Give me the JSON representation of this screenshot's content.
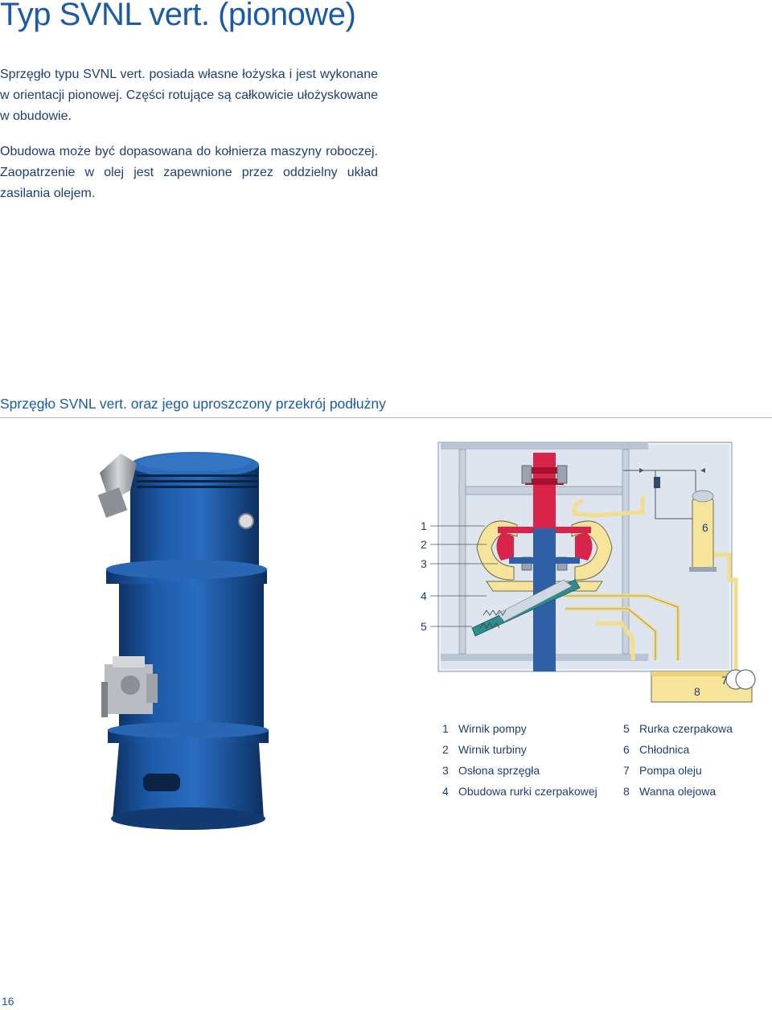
{
  "page": {
    "title": "Typ SVNL vert. (pionowe)",
    "paragraphs": [
      "Sprzęgło typu SVNL vert. posiada własne łożyska i jest wyko­nane w orientacji pionowej. Części rotujące są całkowicie ułożyskowane w obudowie.",
      "Obudowa może być dopasowana do kołnierza maszyny robo­czej. Zaopatrzenie w olej jest zapewnione przez oddzielny układ zasilania olejem."
    ],
    "section_heading": "Sprzęgło SVNL vert. oraz jego uproszczony przekrój podłużny",
    "page_number": "16"
  },
  "diagram": {
    "callouts": [
      "1",
      "2",
      "3",
      "4",
      "5",
      "6",
      "7",
      "8"
    ]
  },
  "legend": {
    "left": [
      {
        "num": "1",
        "label": "Wirnik pompy"
      },
      {
        "num": "2",
        "label": "Wirnik turbiny"
      },
      {
        "num": "3",
        "label": "Osłona sprzęgła"
      },
      {
        "num": "4",
        "label": "Obudowa rurki czerpakowej"
      }
    ],
    "right": [
      {
        "num": "5",
        "label": "Rurka czerpakowa"
      },
      {
        "num": "6",
        "label": "Chłodnica"
      },
      {
        "num": "7",
        "label": "Pompa oleju"
      },
      {
        "num": "8",
        "label": "Wanna olejowa"
      }
    ]
  },
  "colors": {
    "brand_blue": "#1b5aa6",
    "text_navy": "#1c3f73",
    "machine_blue": "#1c56a3",
    "oil_yellow": "#f6e49a",
    "rotor_red": "#d8234a",
    "housing_grey": "#d5dce6",
    "shaft_blue": "#2f5fa5",
    "scoop_teal": "#2e8c8c"
  }
}
